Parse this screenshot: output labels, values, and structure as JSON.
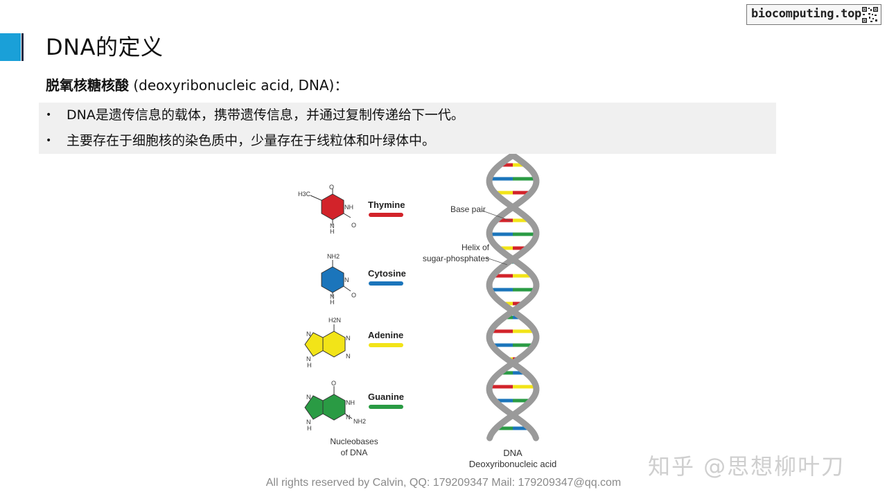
{
  "logo": {
    "text": "biocomputing.top"
  },
  "slide": {
    "title": "DNA的定义",
    "subtitle_bold": "脱氧核糖核酸",
    "subtitle_rest": " (deoxyribonucleic acid, DNA)：",
    "bullets": [
      {
        "marker": "•",
        "text": "DNA是遗传信息的载体，携带遗传信息，并通过复制传递给下一代。"
      },
      {
        "marker": "•",
        "text": "主要存在于细胞核的染色质中，少量存在于线粒体和叶绿体中。"
      }
    ]
  },
  "figure": {
    "bases": [
      {
        "name": "Thymine",
        "color": "#d2232a"
      },
      {
        "name": "Cytosine",
        "color": "#1b75bb"
      },
      {
        "name": "Adenine",
        "color": "#f2e418"
      },
      {
        "name": "Guanine",
        "color": "#2a9b44"
      }
    ],
    "atoms": {
      "thymine": [
        "H3C",
        "O",
        "NH",
        "N",
        "H",
        "O"
      ],
      "cytosine": [
        "NH2",
        "N",
        "N",
        "H",
        "O"
      ],
      "adenine": [
        "H2N",
        "N",
        "N",
        "N",
        "N",
        "H"
      ],
      "guanine": [
        "O",
        "NH",
        "N",
        "N",
        "NH2",
        "N",
        "H"
      ]
    },
    "nucleobases_label": [
      "Nucleobases",
      "of DNA"
    ],
    "base_pair_label": "Base pair",
    "helix_label": [
      "Helix of",
      "sugar-phosphates"
    ],
    "dna_label": [
      "DNA",
      "Deoxyribonucleic acid"
    ],
    "backbone_color": "#9a9a9a"
  },
  "footer": {
    "text": "All rights reserved by Calvin,  QQ: 179209347   Mail: 179209347@qq.com"
  },
  "watermark": {
    "text": "知乎 @思想柳叶刀"
  }
}
